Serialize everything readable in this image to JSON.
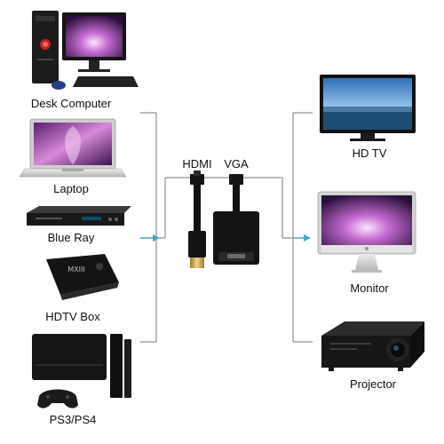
{
  "sources": [
    {
      "label": "Desk Computer",
      "icon": "desk-computer-icon"
    },
    {
      "label": "Laptop",
      "icon": "laptop-icon"
    },
    {
      "label": "Blue Ray",
      "icon": "blu-ray-player-icon"
    },
    {
      "label": "HDTV Box",
      "icon": "hdtv-box-icon"
    },
    {
      "label": "PS3/PS4",
      "icon": "game-console-icon"
    }
  ],
  "adapter": {
    "input_label": "HDMI",
    "output_label": "VGA",
    "box_text": "MXIII"
  },
  "outputs": [
    {
      "label": "HD TV",
      "icon": "hdtv-icon"
    },
    {
      "label": "Monitor",
      "icon": "monitor-icon"
    },
    {
      "label": "Projector",
      "icon": "projector-icon"
    }
  ],
  "colors": {
    "connector_line": "#7a7a7a",
    "arrow": "#4aa3c8",
    "device_dark": "#1b1b1b",
    "screen_accent": "#c070c8"
  }
}
